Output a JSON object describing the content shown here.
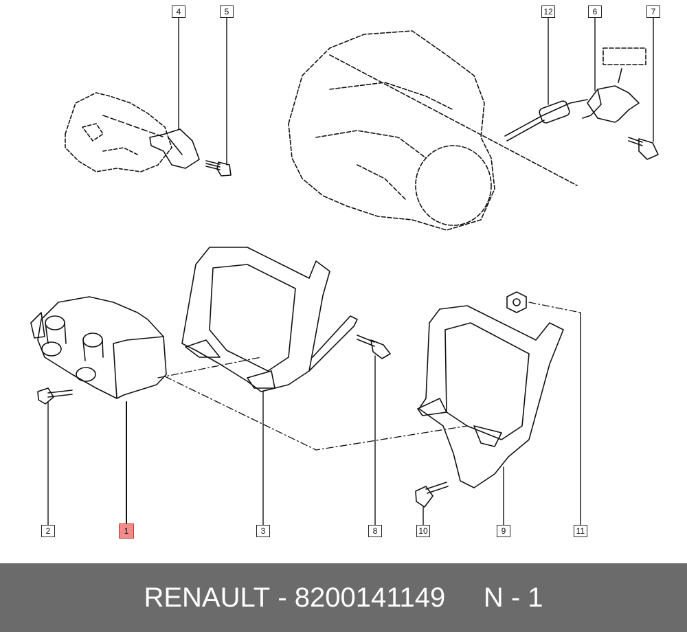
{
  "diagram": {
    "callouts": [
      "1",
      "2",
      "3",
      "4",
      "5",
      "6",
      "7",
      "8",
      "9",
      "10",
      "11",
      "12"
    ],
    "highlighted": "1",
    "highlight_color": "#f28b8b",
    "icons": [
      "ignition-coil",
      "engine-block",
      "bracket",
      "bolt",
      "sensor",
      "nut"
    ]
  },
  "footer": {
    "brand": "RENAULT",
    "separator": " - ",
    "part_number": "8200141149",
    "position": "N - 1",
    "background": "#6b6b6b"
  }
}
